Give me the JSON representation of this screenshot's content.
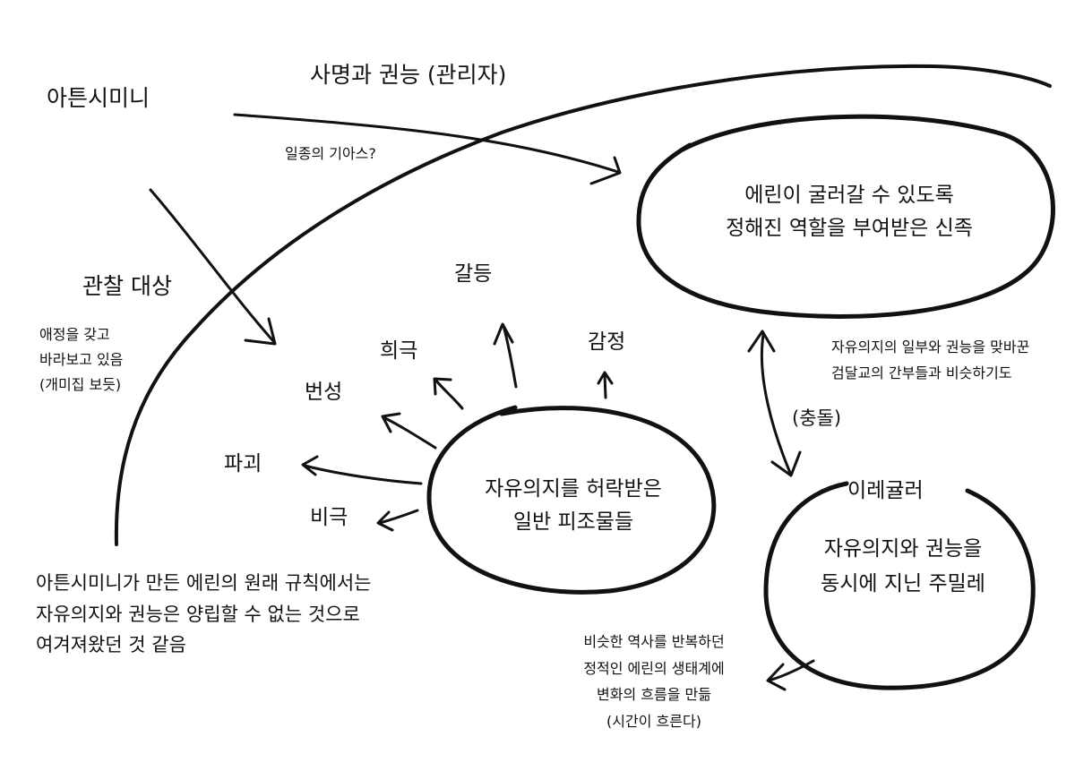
{
  "nodes": {
    "atemimini": "아튼시미니",
    "mission": "사명과 권능 (관리자)",
    "deus_ex": "일종의 기아스?",
    "observe": "관찰 대상",
    "affection": [
      "애정을 갖고",
      "바라보고 있음",
      "(개미집 보듯)"
    ],
    "divine": [
      "에린이 굴러갈 수 있도록",
      "정해진 역할을 부여받은 신족"
    ],
    "common": [
      "자유의지를 허락받은",
      "일반 피조물들"
    ],
    "irel": "이레귤러",
    "jumilre": [
      "자유의지와 권능을",
      "동시에 지닌 주밀레"
    ],
    "conflict": "(충돌)",
    "partial": [
      "자유의지의 일부와 권능을 맞바꾼",
      "검달교의 간부들과 비슷하기도"
    ],
    "history": [
      "비슷한 역사를 반복하던",
      "정적인 에린의 생태계에",
      "변화의 흐름을 만듦",
      "(시간이 흐른다)"
    ],
    "rule": [
      "아튼시미니가 만든 에린의 원래 규칙에서는",
      "자유의지와 권능은 양립할 수 없는 것으로",
      "여겨져왔던 것 같음"
    ]
  },
  "outcomes": {
    "conflict_word": "갈등",
    "emotion": "감정",
    "drama": "희극",
    "prosperity": "번성",
    "destruction": "파괴",
    "tragedy": "비극"
  }
}
